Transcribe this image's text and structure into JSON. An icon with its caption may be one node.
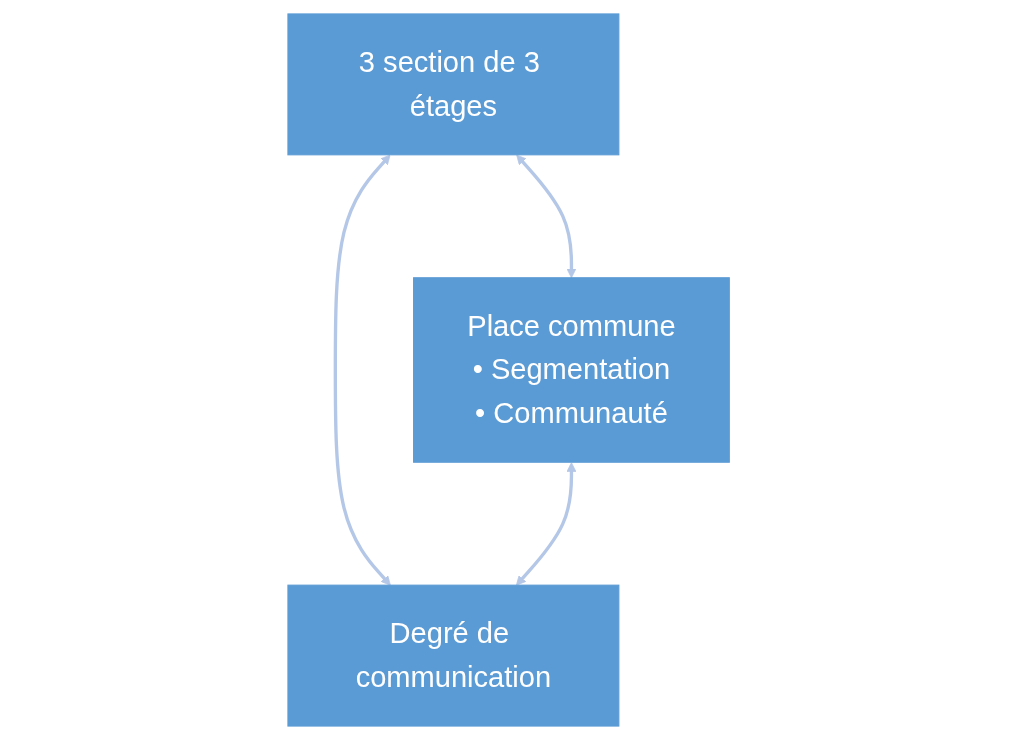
{
  "diagram": {
    "nodes": [
      {
        "text": [
          "3 section de 3 étages"
        ]
      },
      {
        "text": [
          "Place commune",
          "• Segmentation",
          "• Communauté"
        ]
      },
      {
        "text": [
          "Degré de communication"
        ]
      }
    ],
    "edges": [
      {
        "from": 0,
        "to": 1,
        "arrow": "both"
      },
      {
        "from": 0,
        "to": 2,
        "arrow": "both"
      },
      {
        "from": 1,
        "to": 2,
        "arrow": "both"
      }
    ]
  }
}
